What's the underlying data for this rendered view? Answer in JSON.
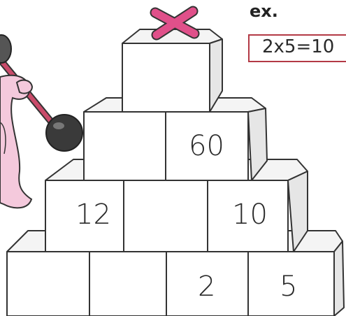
{
  "example": {
    "label": "ex.",
    "equation": "2x5=10"
  },
  "pyramid": {
    "top_symbol": "✕",
    "row2": [
      "",
      "60"
    ],
    "row3": [
      "12",
      "",
      "10"
    ],
    "row4": [
      "",
      "",
      "2",
      "5"
    ]
  },
  "colors": {
    "symbol": "#e0508a",
    "box_border": "#b33a45",
    "skin": "#f4c9dc",
    "hammer": "#444444"
  },
  "icons": {
    "symbol": "multiplication-x-icon",
    "character": "hammer-figure-icon"
  }
}
